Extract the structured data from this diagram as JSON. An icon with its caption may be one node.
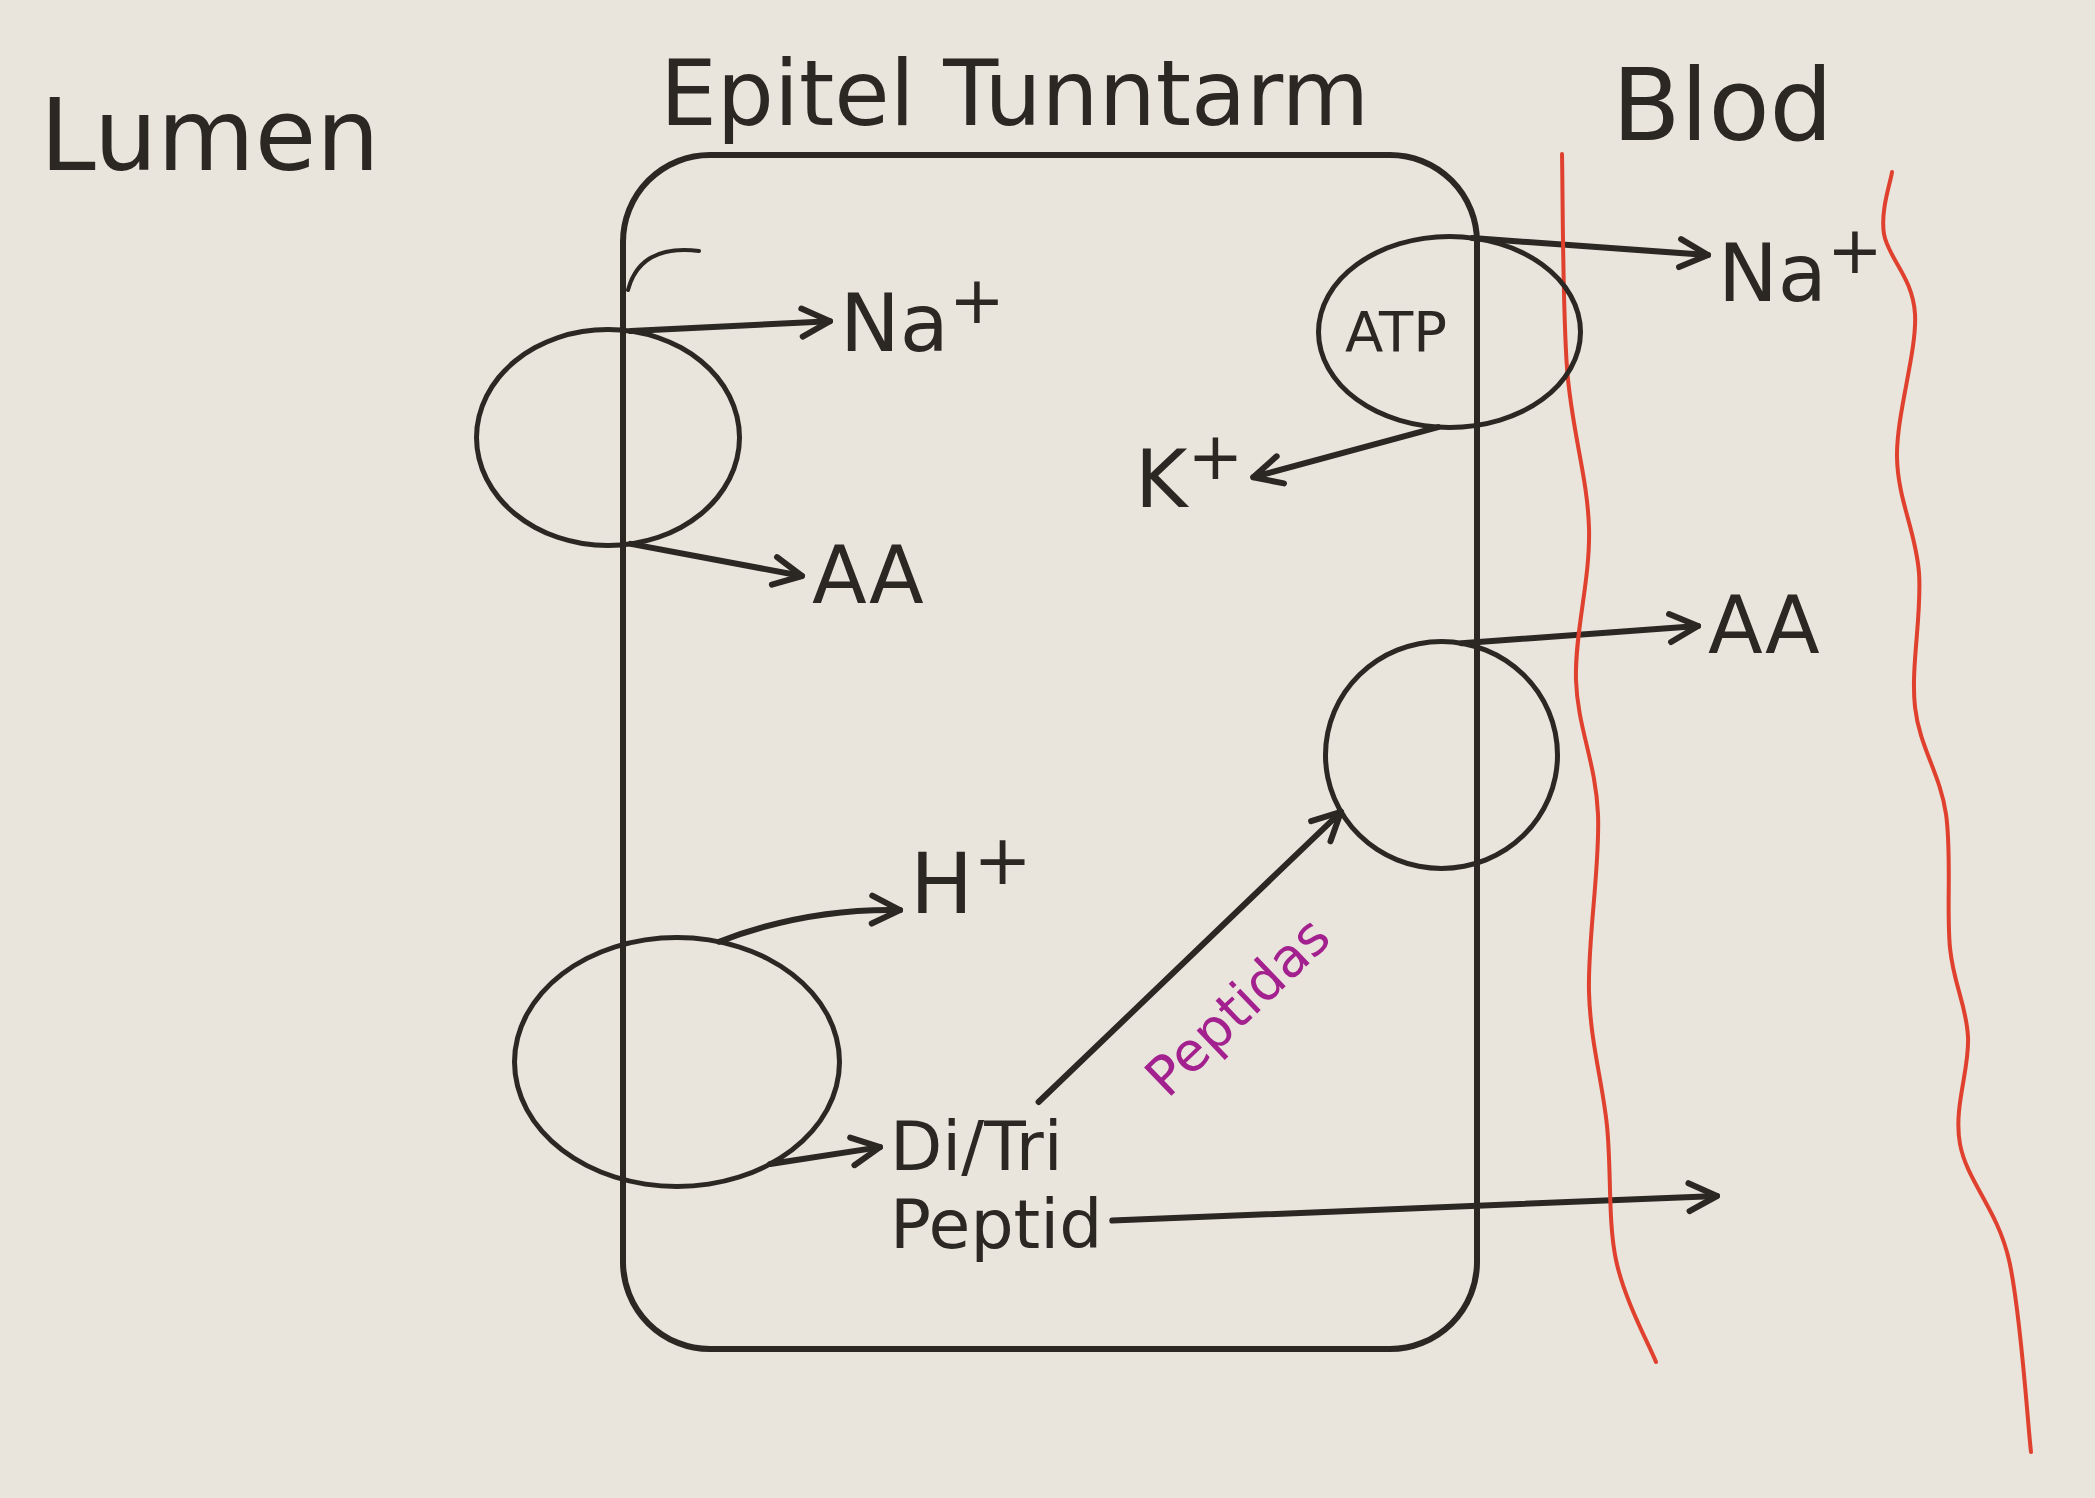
{
  "diagram": {
    "nodes": [
      {
        "text": [
          "Epitel Tunntarm"
        ]
      },
      {
        "text": [],
        "shape": "circle"
      },
      {
        "text": [
          "Na$^{+}$"
        ],
        "in": 0
      },
      {
        "text": [
          "AA"
        ],
        "in": 0
      },
      {
        "text": [
          "ATP"
        ]
      },
      {
        "text": [
          "Na$^{+}$"
        ]
      },
      {
        "text": [
          "K$^{+}$"
        ],
        "in": 0
      },
      {
        "text": [],
        "shape": "circle"
      },
      {
        "text": [
          "AA"
        ]
      },
      {
        "text": [
          "H$^{+}$"
        ],
        "in": 0
      },
      {
        "text": [],
        "shape": "circle"
      },
      {
        "text": [
          "Di/Tri Peptid"
        ],
        "in": 0
      }
    ],
    "edges": [
      {
        "from": 1,
        "to": 2,
        "arrow": "to"
      },
      {
        "from": 1,
        "to": 3,
        "arrow": "to"
      },
      {
        "from": 10,
        "to": 9,
        "arrow": "to"
      },
      {
        "from": 10,
        "to": 11,
        "arrow": "to"
      },
      {
        "from": 4,
        "to": 5,
        "arrow": "to"
      },
      {
        "from": 4,
        "to": 6,
        "arrow": "to"
      },
      {
        "from": 7,
        "to": 8,
        "arrow": "to"
      },
      {
        "from": 11,
        "to": 7,
        "arrow": "to",
        "label": "Peptidas"
      },
      {
        "from": 11,
        "to": null,
        "arrow": "to"
      }
    ],
    "labels": [
      "Lumen",
      "Blod"
    ]
  }
}
